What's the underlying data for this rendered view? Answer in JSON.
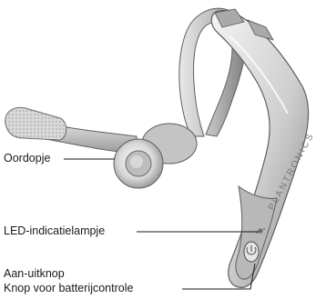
{
  "labels": {
    "earbud": "Oordopje",
    "led": "LED-indicatielampje",
    "power": "Aan-uitknop",
    "battery": "Knop voor batterijcontrole"
  },
  "brand": {
    "wordmark": "PLANTRONICS"
  },
  "colors": {
    "callout_line": "#1a1a1a",
    "text": "#1a1a1a"
  }
}
